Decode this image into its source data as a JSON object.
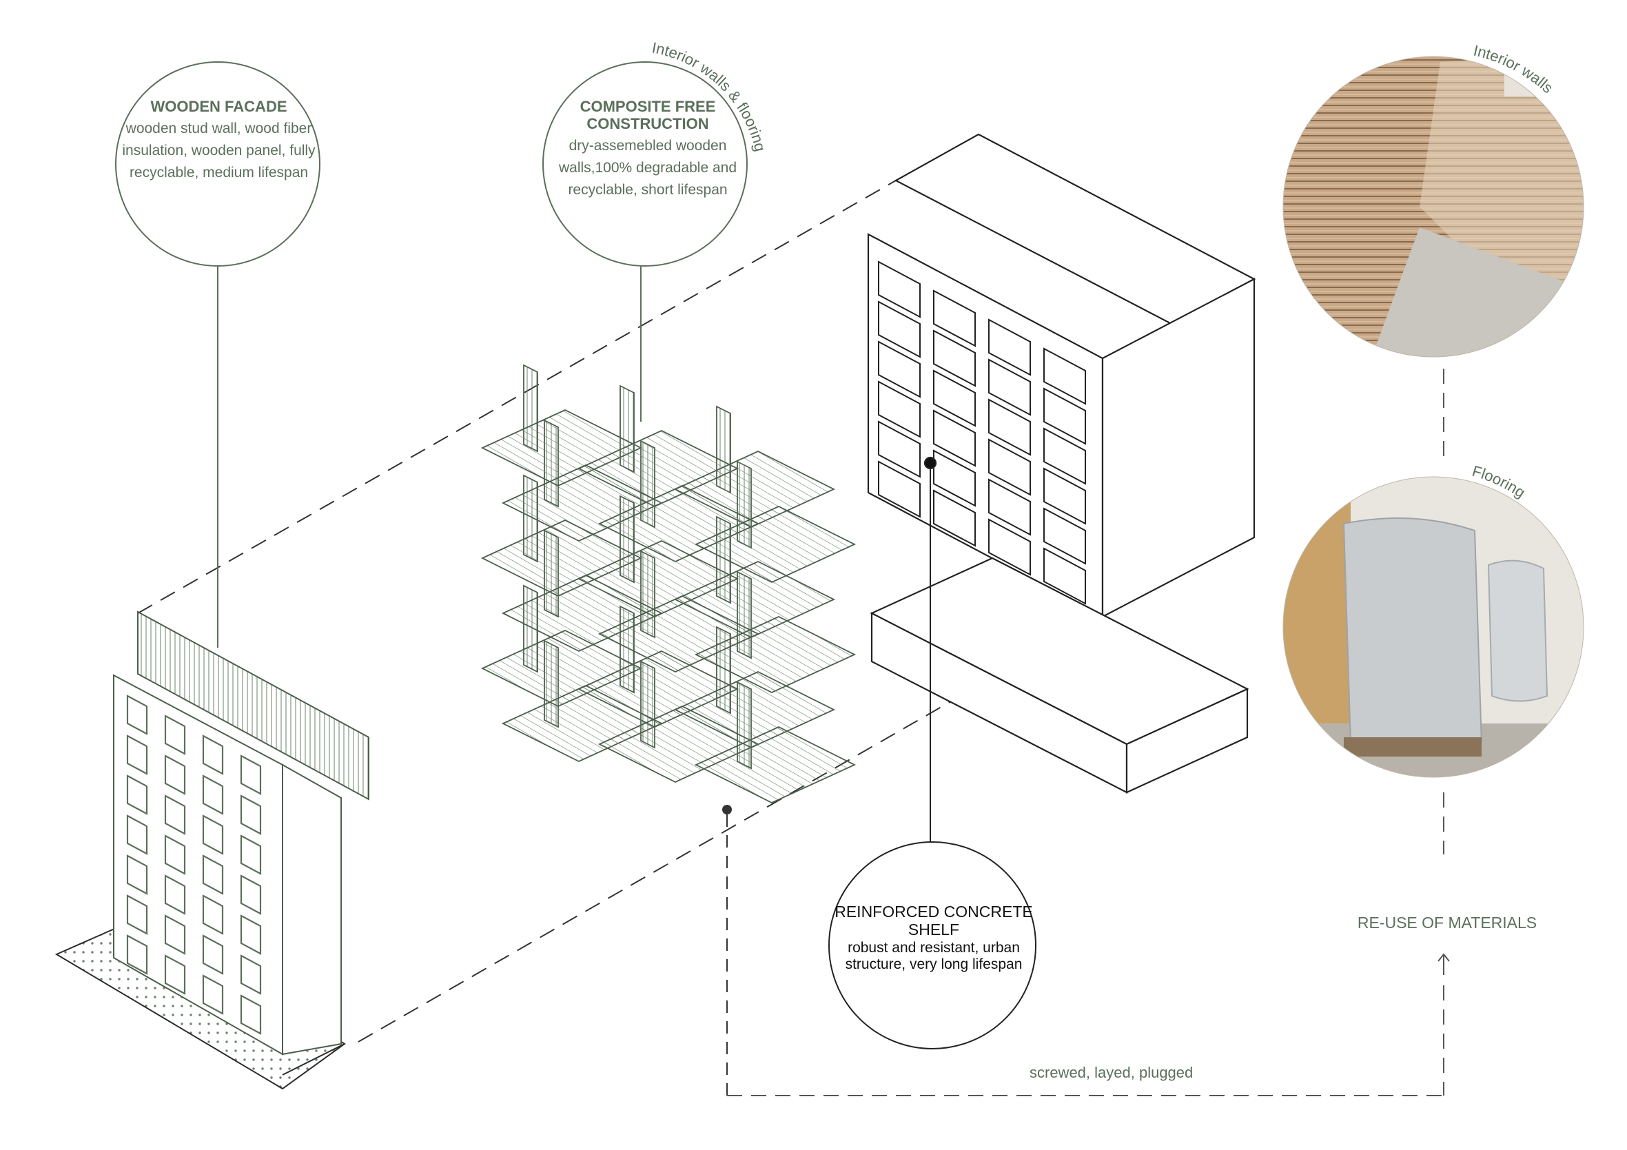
{
  "callouts": {
    "wooden_facade": {
      "title": "WOODEN FACADE",
      "body": "wooden stud wall, wood fiber insulation, wooden panel, fully recyclable, medium lifespan"
    },
    "composite_free": {
      "title": "COMPOSITE FREE CONSTRUCTION",
      "body": "dry-assemebled wooden walls,100% degradable and recyclable, short lifespan"
    },
    "concrete_shelf": {
      "title": "REINFORCED CONCRETE SHELF",
      "body": "robust and resistant, urban structure, very long lifespan"
    }
  },
  "arc_labels": {
    "composite_curve": "Interior walls & flooring",
    "photo_top": "Interior walls",
    "photo_bottom": "Flooring"
  },
  "labels": {
    "reuse": "RE-USE OF MATERIALS",
    "joints": "screwed, layed, plugged"
  },
  "colors": {
    "green": "#5b6f5b",
    "dark": "#1b1b1b",
    "wood_light": "#d2b592",
    "wood_dark": "#8a6a4c"
  },
  "icons": {
    "arrow": "arrow-up-icon"
  }
}
